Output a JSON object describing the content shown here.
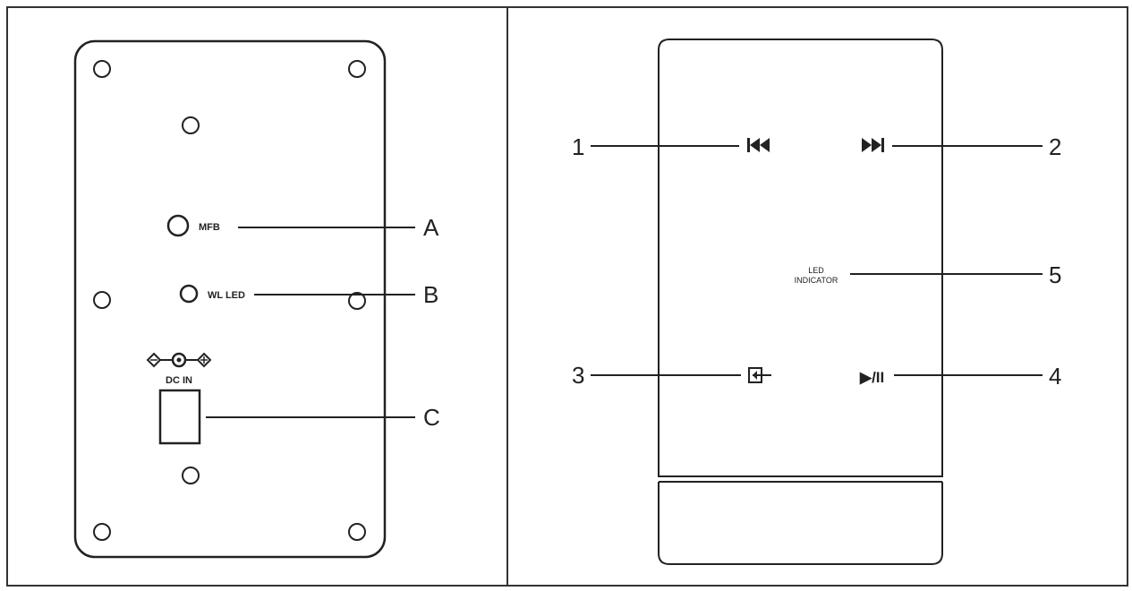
{
  "rear_panel": {
    "mfb_label": "MFB",
    "wl_led_label": "WL LED",
    "dc_in_label": "DC IN",
    "callout_a": "A",
    "callout_b": "B",
    "callout_c": "C"
  },
  "top_panel": {
    "callout_1": "1",
    "callout_2": "2",
    "callout_3": "3",
    "callout_4": "4",
    "callout_5": "5",
    "led_line1": "LED",
    "led_line2": "INDICATOR",
    "play_pause_symbol": "▶/II",
    "icons": [
      "previous-track-icon",
      "next-track-icon",
      "input-source-icon",
      "play-pause-icon"
    ]
  }
}
